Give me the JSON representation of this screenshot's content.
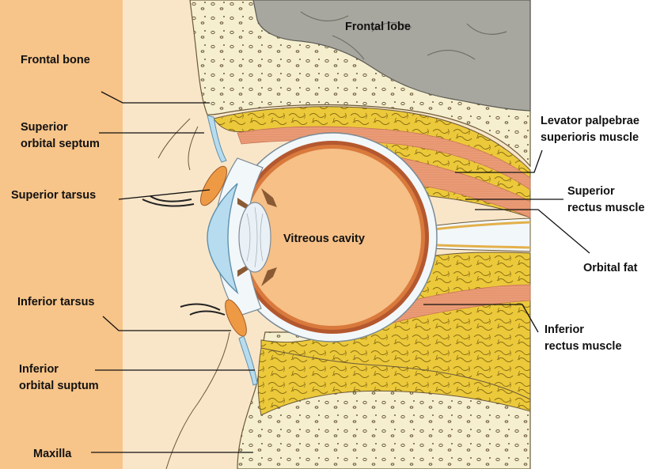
{
  "labels": {
    "frontal_lobe": "Frontal lobe",
    "frontal_bone": "Frontal bone",
    "superior_orbital_septum": [
      "Superior",
      "orbital septum"
    ],
    "levator_palpebrae": [
      "Levator palpebrae",
      "superioris muscle"
    ],
    "superior_tarsus": "Superior tarsus",
    "superior_rectus": [
      "Superior",
      "rectus muscle"
    ],
    "vitreous_cavity": "Vitreous cavity",
    "orbital_fat": "Orbital fat",
    "inferior_tarsus": "Inferior tarsus",
    "inferior_rectus": [
      "Inferior",
      "rectus muscle"
    ],
    "inferior_orbital_suptum": [
      "Inferior",
      "orbital suptum"
    ],
    "maxilla": "Maxilla"
  },
  "colors": {
    "skin": "#f7c489",
    "panel": "#f9e6c9",
    "bone": "#f6efcf",
    "brain": "#a8a79f",
    "fat": "#ecc93a",
    "muscle": "#eb9e79",
    "sclera": "#f2f7fa",
    "cornea": "#b8dcef",
    "vitreous": "#f6c087",
    "lens": "#e9f0f6",
    "choroid": "#b4582f"
  }
}
